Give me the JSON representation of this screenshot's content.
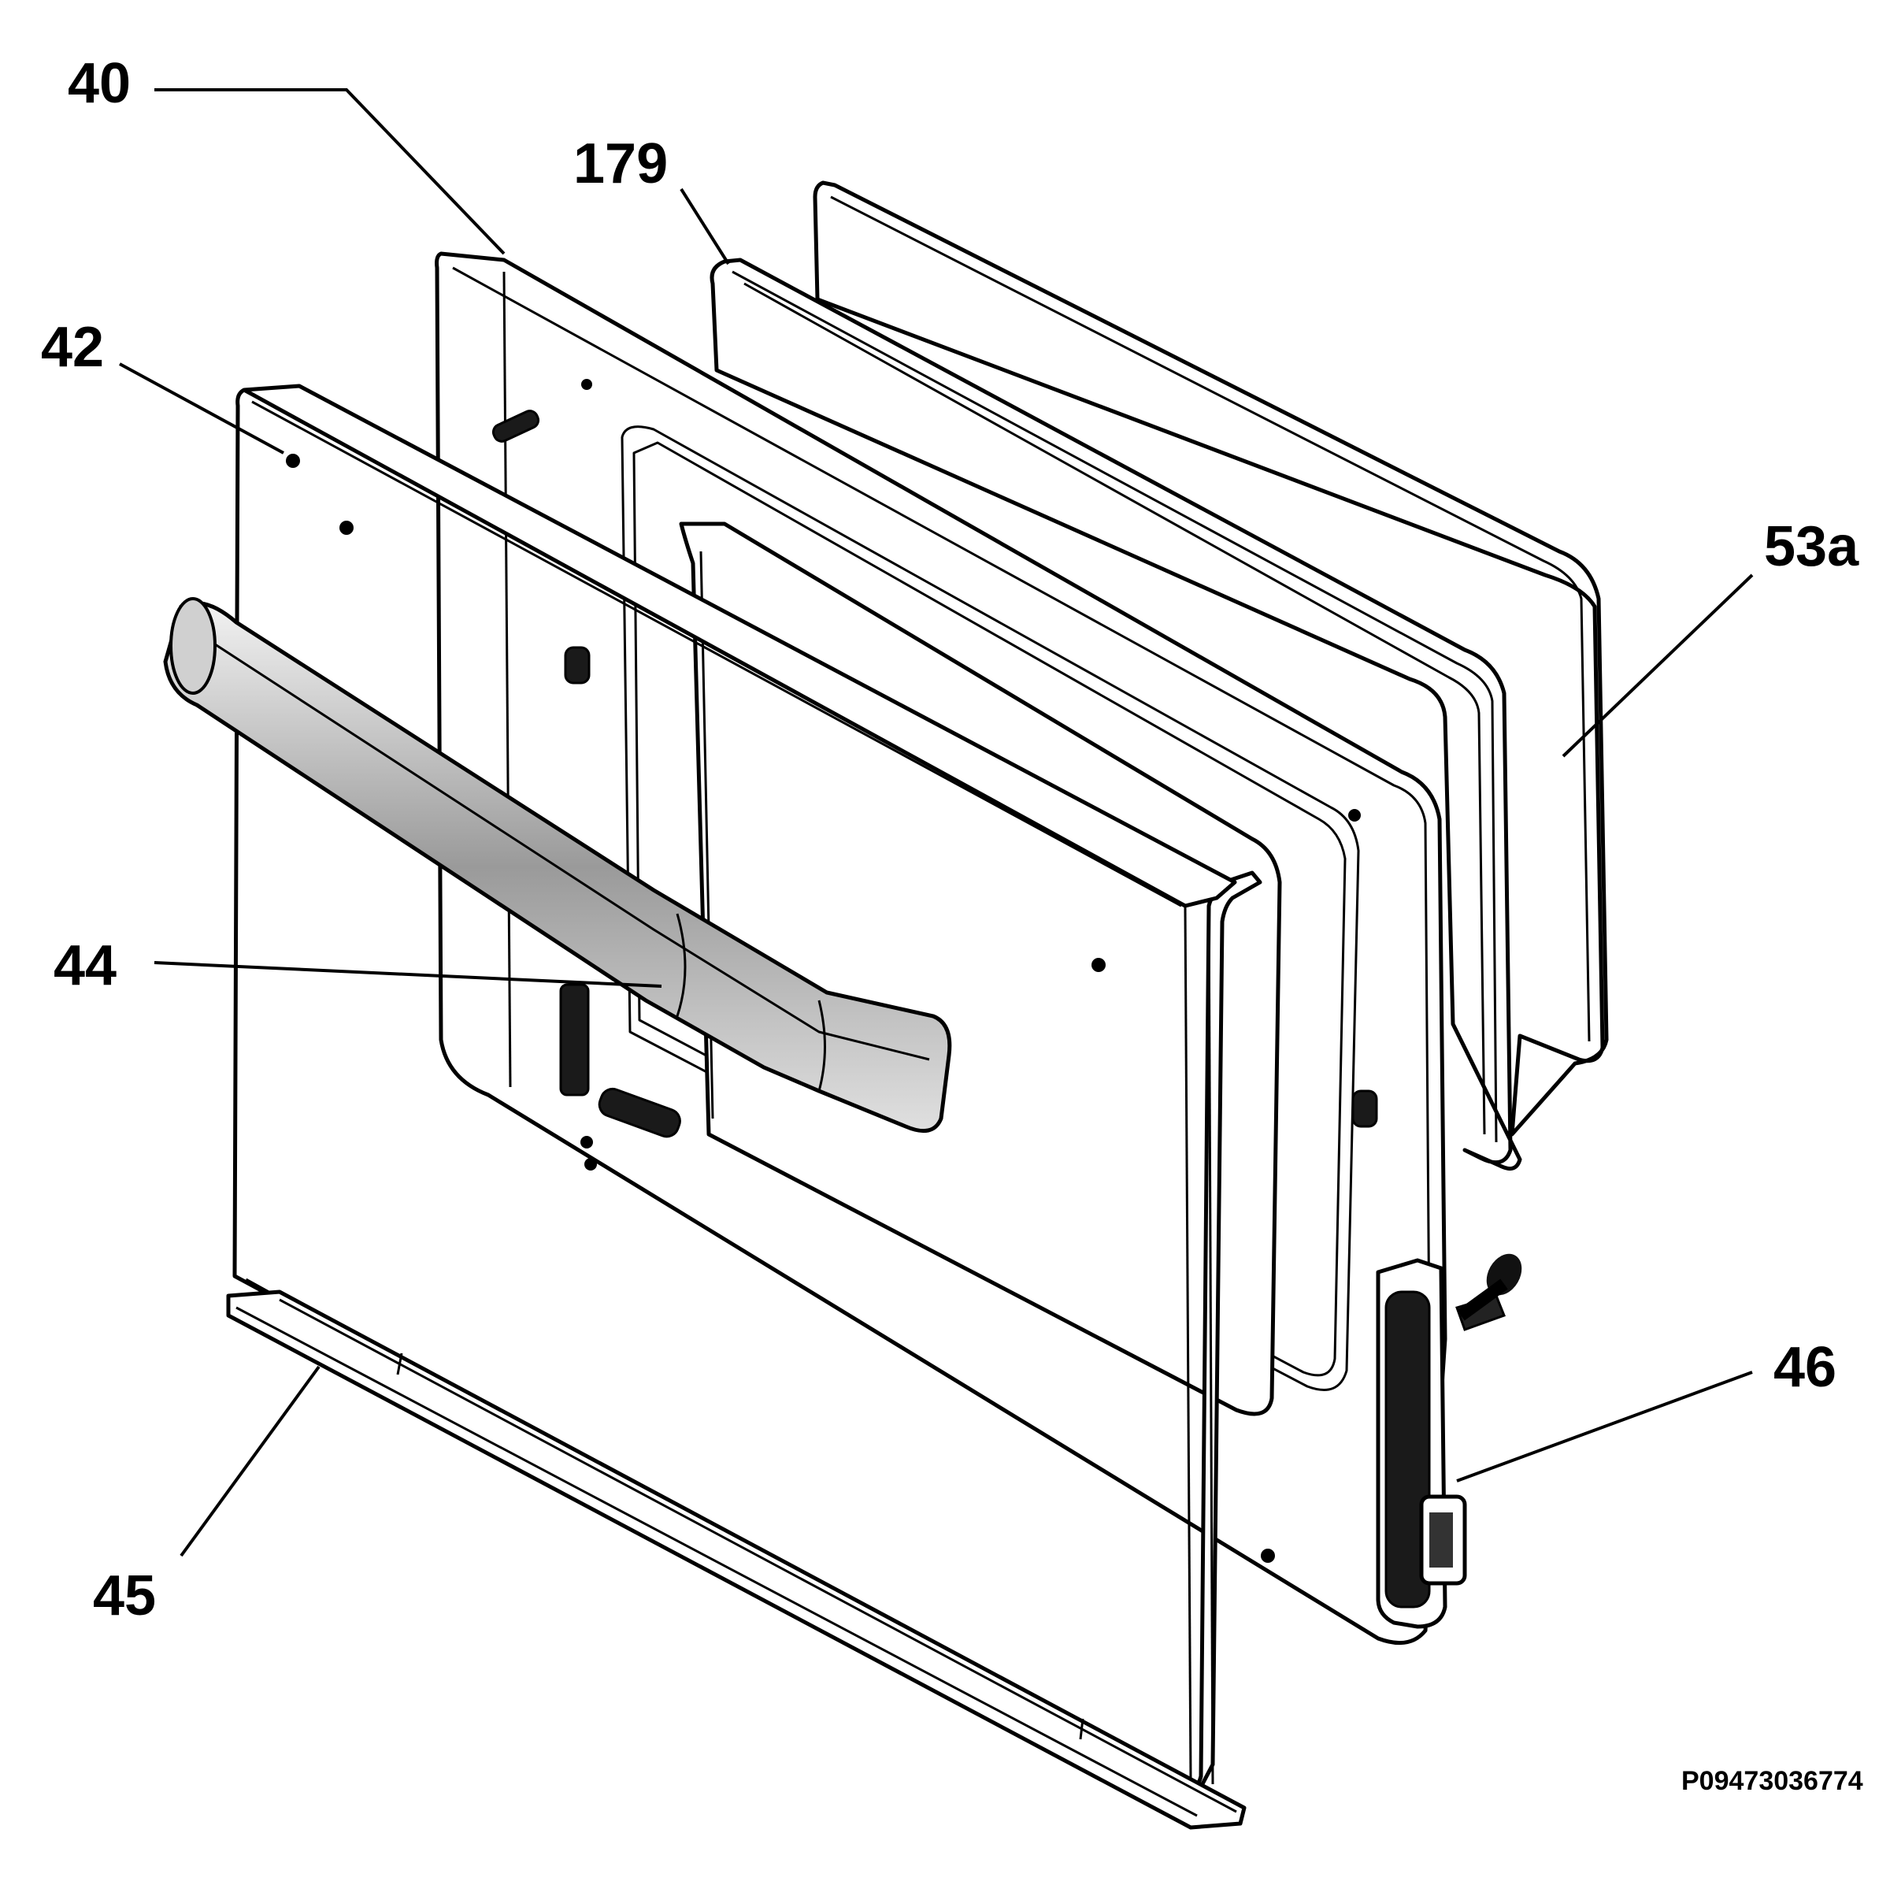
{
  "callouts": [
    {
      "id": "40",
      "text": "40"
    },
    {
      "id": "179",
      "text": "179"
    },
    {
      "id": "42",
      "text": "42"
    },
    {
      "id": "53a",
      "text": "53a"
    },
    {
      "id": "44",
      "text": "44"
    },
    {
      "id": "46",
      "text": "46"
    },
    {
      "id": "45",
      "text": "45"
    }
  ],
  "reference_code": "P09473036774"
}
